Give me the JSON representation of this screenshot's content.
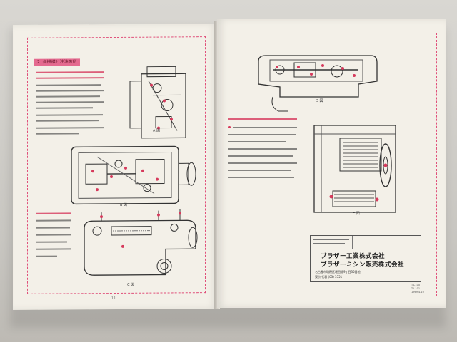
{
  "left_page": {
    "section_heading": "2. 各機構と注油箇所",
    "figure_labels": [
      "A 図",
      "B 図",
      "C 図"
    ],
    "page_number": "11"
  },
  "right_page": {
    "figure_labels": [
      "D 図",
      "E 図"
    ],
    "company_1": "ブラザー工業株式会社",
    "company_2": "ブラザーミシン販売株式会社",
    "address_line_1": "名古屋市瑞穂区堀田通9丁目35番地",
    "address_line_2": "東京 代表 (03) 3551",
    "doc_codes": [
      "TA-100",
      "TA-101",
      "1969.4.10"
    ]
  }
}
